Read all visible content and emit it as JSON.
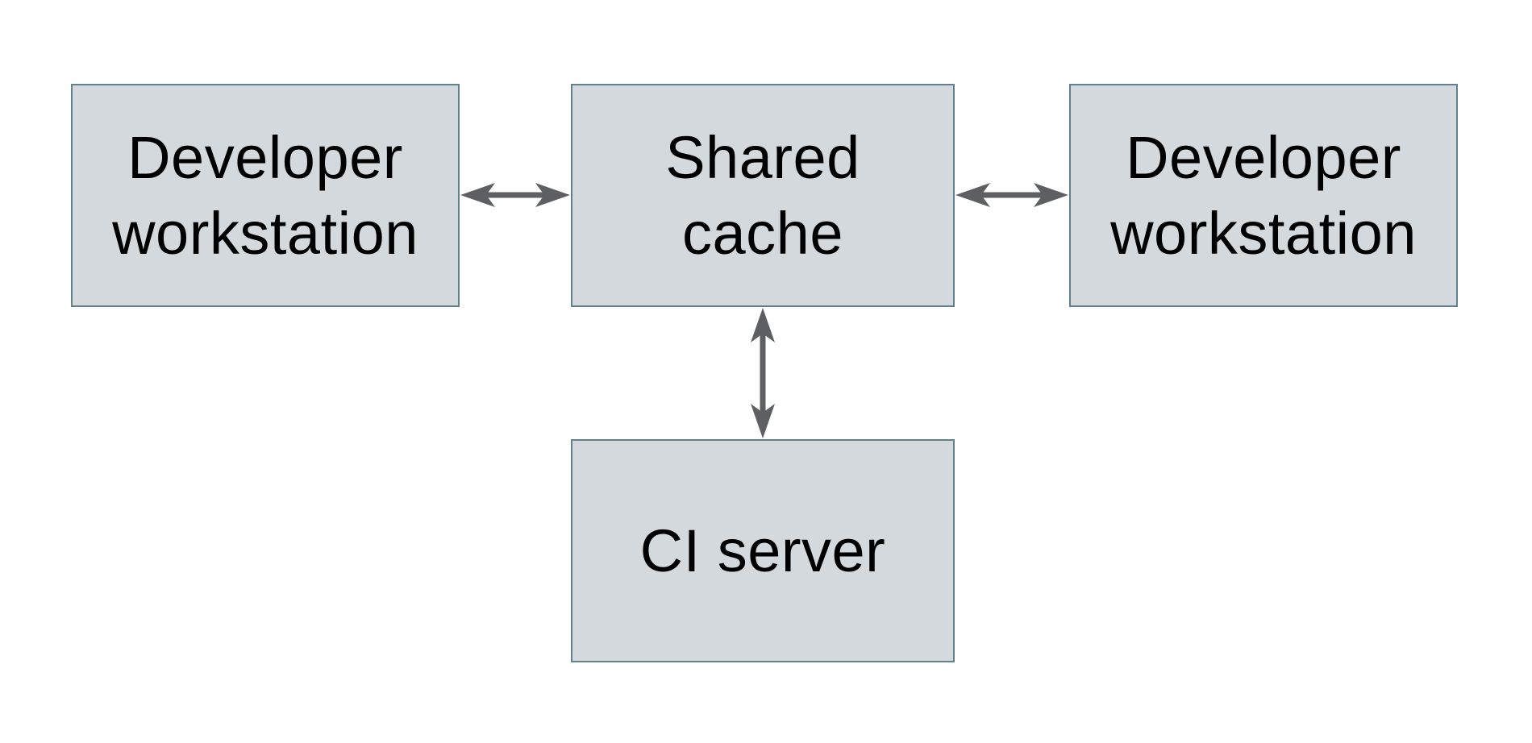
{
  "diagram": {
    "title": "Shared cache architecture diagram",
    "colors": {
      "page_bg": "#ffffff",
      "box_fill": "#d3d9dc",
      "box_border": "#63808d",
      "arrow_color": "#5d5f62",
      "text_color": "#000000"
    },
    "nodes": [
      {
        "id": "developer-workstation-left",
        "label": "Developer workstation",
        "lines": [
          "Developer",
          "workstation"
        ]
      },
      {
        "id": "shared-cache",
        "label": "Shared cache",
        "lines": [
          "Shared",
          "cache"
        ]
      },
      {
        "id": "developer-workstation-right",
        "label": "Developer workstation",
        "lines": [
          "Developer",
          "workstation"
        ]
      },
      {
        "id": "ci-server",
        "label": "CI server",
        "lines": [
          "CI server",
          ""
        ]
      }
    ],
    "edges": [
      {
        "from": "developer-workstation-left",
        "to": "shared-cache",
        "direction": "bidirectional"
      },
      {
        "from": "shared-cache",
        "to": "developer-workstation-right",
        "direction": "bidirectional"
      },
      {
        "from": "shared-cache",
        "to": "ci-server",
        "direction": "bidirectional"
      }
    ]
  }
}
